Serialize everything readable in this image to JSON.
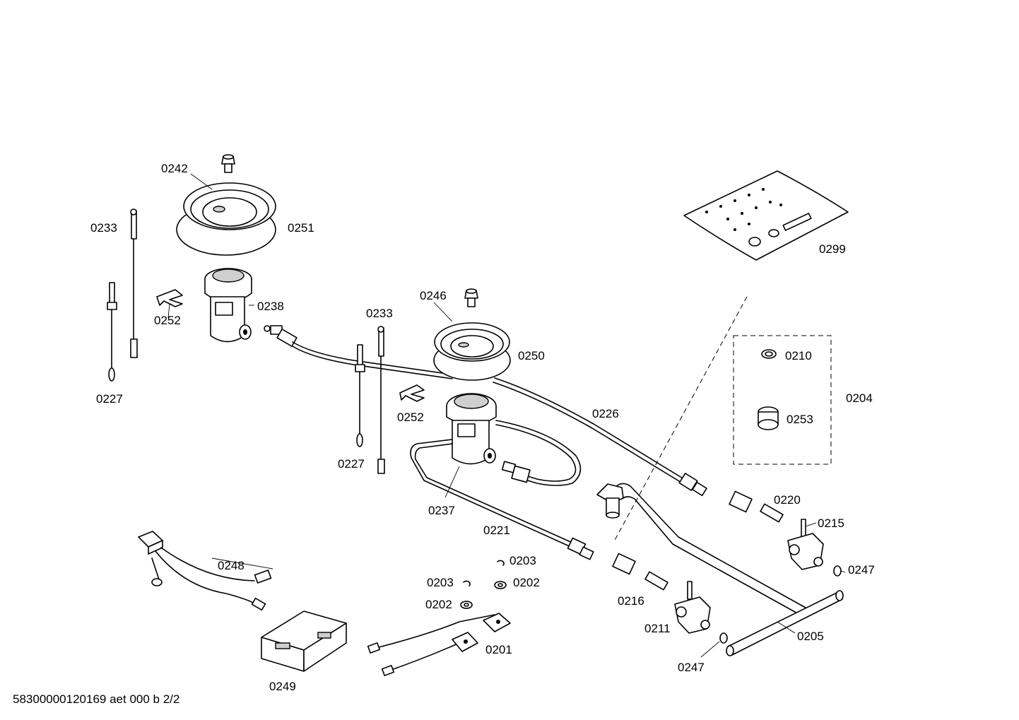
{
  "diagram": {
    "footer": "58300000120169 aet 000 b 2/2",
    "labels": {
      "p0242": "0242",
      "p0251": "0251",
      "p0233a": "0233",
      "p0252a": "0252",
      "p0238": "0238",
      "p0227a": "0227",
      "p0233b": "0233",
      "p0246": "0246",
      "p0250": "0250",
      "p0252b": "0252",
      "p0227b": "0227",
      "p0237": "0237",
      "p0226": "0226",
      "p0221": "0221",
      "p0299": "0299",
      "p0210": "0210",
      "p0204": "0204",
      "p0253": "0253",
      "p0220": "0220",
      "p0215": "0215",
      "p0247a": "0247",
      "p0248": "0248",
      "p0203a": "0203",
      "p0203b": "0203",
      "p0202a": "0202",
      "p0202b": "0202",
      "p0216": "0216",
      "p0211": "0211",
      "p0205": "0205",
      "p0247b": "0247",
      "p0201": "0201",
      "p0249": "0249"
    }
  }
}
